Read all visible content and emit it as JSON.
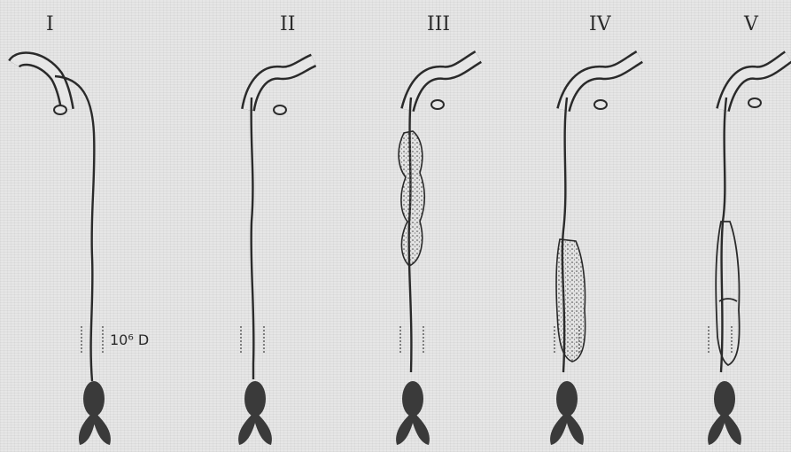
{
  "panels": [
    {
      "label": "I",
      "stage": "linear",
      "scale_note": "10⁶ D"
    },
    {
      "label": "II",
      "stage": "linear",
      "scale_note": ""
    },
    {
      "label": "III",
      "stage": "bubbled",
      "scale_note": ""
    },
    {
      "label": "IV",
      "stage": "partly-open",
      "scale_note": ""
    },
    {
      "label": "V",
      "stage": "open-loop",
      "scale_note": ""
    }
  ],
  "colors": {
    "ink": "#2a2a2a",
    "background": "#e6e6e6",
    "fill_dark": "#3a3a3a"
  }
}
